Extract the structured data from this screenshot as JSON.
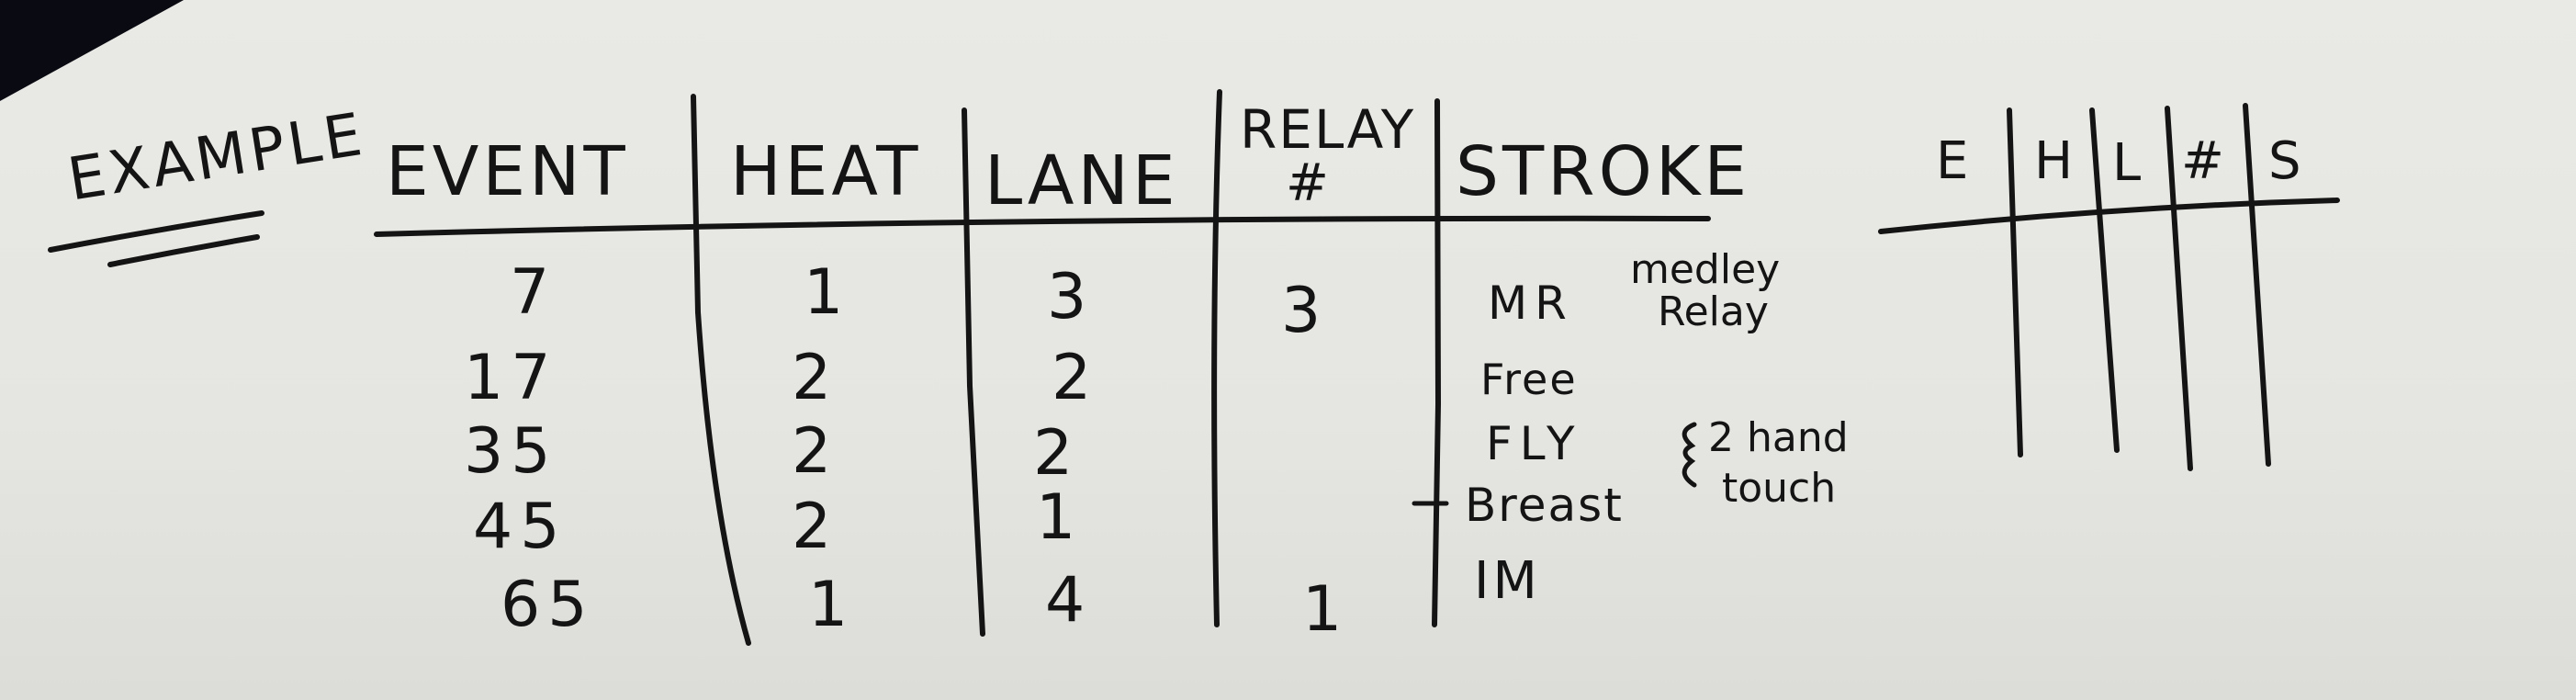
{
  "example_label": "EXAMPLE",
  "table": {
    "headers": {
      "event": "EVENT",
      "heat": "HEAT",
      "lane": "LANE",
      "relay_line1": "RELAY",
      "relay_line2": "#",
      "stroke": "STROKE"
    },
    "rows": [
      {
        "event": "7",
        "heat": "1",
        "lane": "3",
        "relay": "3",
        "stroke": "MR"
      },
      {
        "event": "17",
        "heat": "2",
        "lane": "2",
        "relay": "",
        "stroke": "Free"
      },
      {
        "event": "35",
        "heat": "2",
        "lane": "2",
        "relay": "",
        "stroke": "FLY"
      },
      {
        "event": "45",
        "heat": "2",
        "lane": "1",
        "relay": "",
        "stroke": "Breast"
      },
      {
        "event": "65",
        "heat": "1",
        "lane": "4",
        "relay": "1",
        "stroke": "IM"
      }
    ],
    "notes": {
      "medley_1": "medley",
      "medley_2": "Relay",
      "touch_1": "2 hand",
      "touch_2": "touch"
    }
  },
  "small_table": {
    "headers": {
      "e": "E",
      "h": "H",
      "l": "L",
      "num": "#",
      "s": "S"
    }
  }
}
